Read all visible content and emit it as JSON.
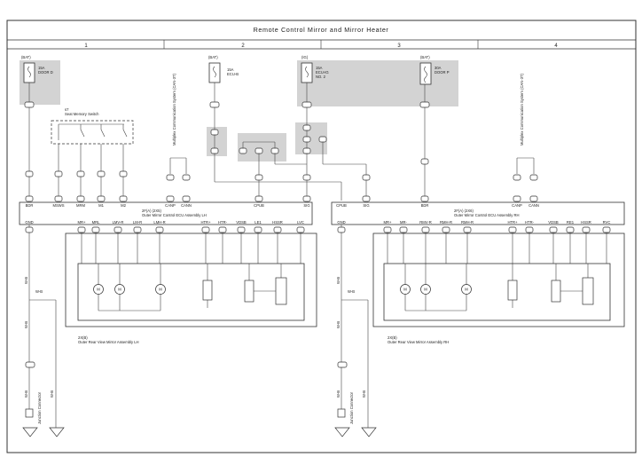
{
  "title": "Remote Control Mirror and Mirror Heater",
  "columns": [
    "1",
    "2",
    "3",
    "4"
  ],
  "sources": [
    {
      "tag": "(BAT)",
      "amps": "15A",
      "name": "DOOR D"
    },
    {
      "tag": "(BAT)",
      "amps": "15A",
      "name": "ECU-B"
    },
    {
      "tag": "(IG)",
      "amps": "15A",
      "name": "ECU-IG",
      "sub": "NO. 2"
    },
    {
      "tag": "(BAT)",
      "amps": "30A",
      "name": "DOOR P"
    }
  ],
  "seat_memory": {
    "id": "s7",
    "label": "Seat Memory Switch"
  },
  "multiplex_note": "Multiplex Communication System (CAN-3T)",
  "ecu_lh": {
    "code": "2F(A) (2X5)",
    "name": "Outer Mirror Control ECU Assembly LH",
    "top_pins": [
      "BDR",
      "MSWS",
      "MRM",
      "M1",
      "M2",
      "CANP",
      "CANN",
      "CPUB",
      "SIG"
    ],
    "bottom_pins": [
      "GND",
      "MR+",
      "MRL",
      "LMV-R",
      "LM-R",
      "LMH-R",
      "HTR+",
      "HTR-",
      "VDSB",
      "LE1",
      "HSSR",
      "LVC"
    ]
  },
  "ecu_rh": {
    "code": "2F(A) (2X6)",
    "name": "Outer Mirror Control ECU Assembly RH",
    "top_pins": [
      "CPUB",
      "SIG",
      "BDR",
      "CANP",
      "CANN"
    ],
    "bottom_pins": [
      "GND",
      "MR+",
      "MR-",
      "RMV-R",
      "RMH-R",
      "RMH-R",
      "HTR+",
      "HTR-",
      "VDSB",
      "RE1",
      "HSSR",
      "RVC"
    ]
  },
  "mirror_lh": {
    "code": "2X(B)",
    "name": "Outer Rear View Mirror Assembly LH"
  },
  "mirror_rh": {
    "code": "2X(B)",
    "name": "Outer Rear View Mirror Assembly RH"
  },
  "junction": "Junction Connector",
  "wire_label": "W-B",
  "motor_symbol": "M"
}
